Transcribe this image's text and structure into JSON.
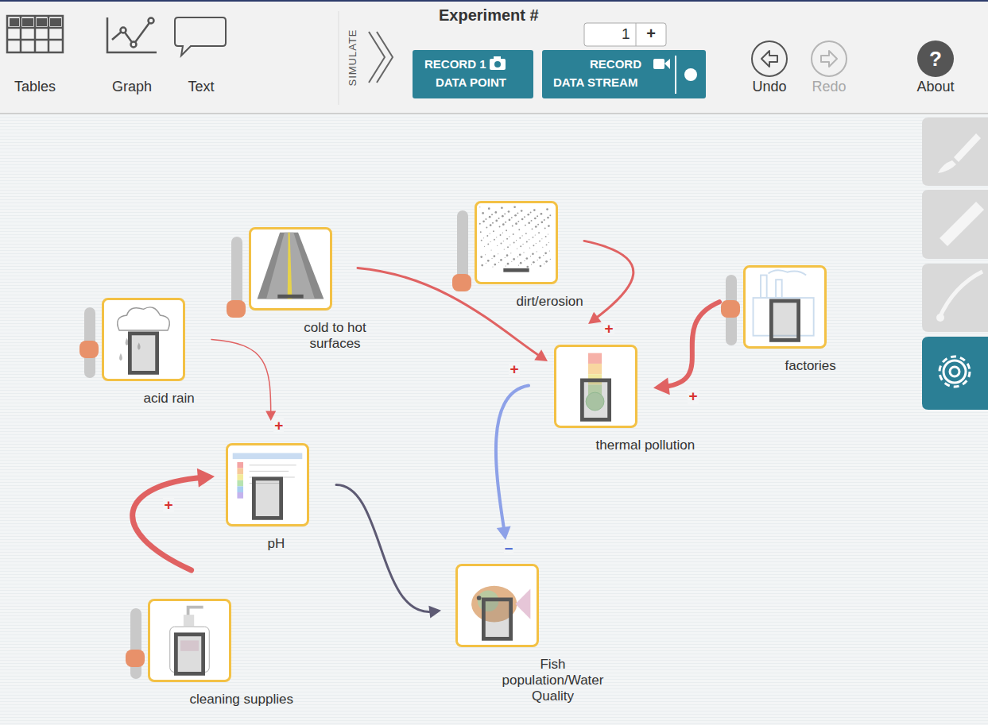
{
  "diagram": {
    "nodes": [
      {
        "text": [
          "dirt/erosion"
        ]
      },
      {
        "text": [
          "cold to hot surfaces"
        ]
      },
      {
        "text": [
          "factories"
        ]
      },
      {
        "text": [
          "acid rain"
        ]
      },
      {
        "text": [
          "thermal pollution"
        ]
      },
      {
        "text": [
          "pH"
        ]
      },
      {
        "text": [
          "Fish population/Water Quality"
        ]
      },
      {
        "text": [
          "cleaning supplies"
        ]
      }
    ],
    "edges": [
      {
        "from": 0,
        "to": 4,
        "arrow": "to",
        "label": "+"
      },
      {
        "from": 1,
        "to": 4,
        "arrow": "to",
        "label": "+"
      },
      {
        "from": 2,
        "to": 4,
        "arrow": "to",
        "label": "+"
      },
      {
        "from": 3,
        "to": 5,
        "arrow": "to",
        "label": "+"
      },
      {
        "from": 7,
        "to": 5,
        "arrow": "to",
        "label": "+"
      },
      {
        "from": 5,
        "to": 6,
        "arrow": "to"
      },
      {
        "from": 4,
        "to": 6,
        "arrow": "to",
        "label": "–"
      }
    ],
    "labels": [
      "Tables",
      "Graph",
      "Text",
      "SIMULATE",
      "Experiment #",
      "1",
      "+",
      "RECORD 1",
      "DATA POINT",
      "RECORD",
      "DATA STREAM",
      "Undo",
      "Redo",
      "About",
      "?"
    ]
  }
}
